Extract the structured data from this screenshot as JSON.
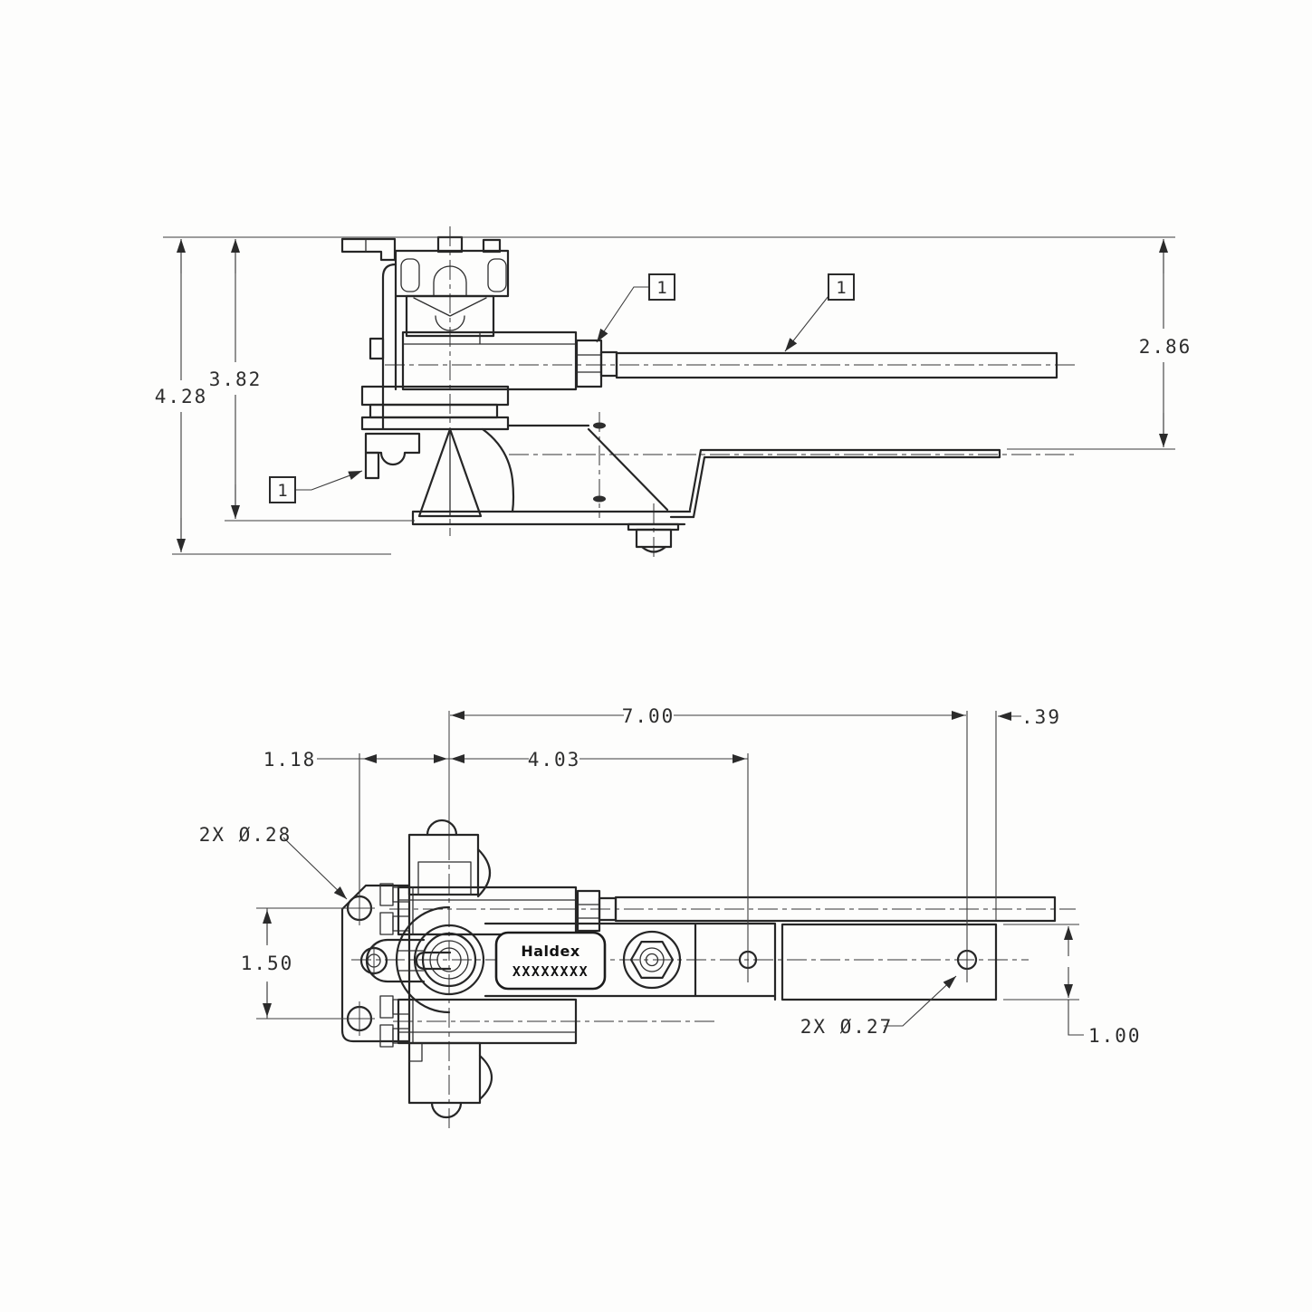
{
  "drawing": {
    "brand_plate": {
      "brand": "Haldex",
      "part_number": "XXXXXXXX"
    },
    "balloon_item": "1",
    "side_view": {
      "overall_height": "4.28",
      "body_height": "3.82",
      "rod_to_strap": "2.86"
    },
    "plan_view": {
      "strap_hole_span": "7.00",
      "strap_end_offset": ".39",
      "bracket_to_pivot": "1.18",
      "pivot_to_arm_hole": "4.03",
      "bracket_hole_span": "1.50",
      "strap_width": "1.00",
      "bracket_hole_callout": "2X Ø.28",
      "strap_hole_callout": "2X Ø.27"
    }
  }
}
